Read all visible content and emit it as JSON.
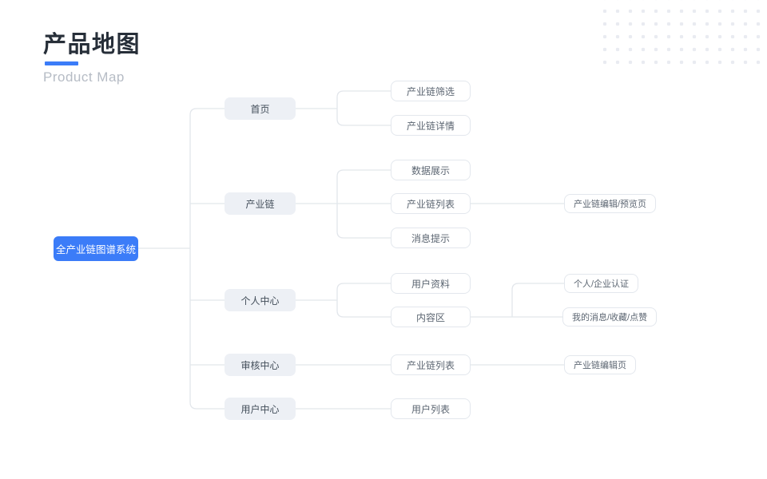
{
  "header": {
    "title": "产品地图",
    "subtitle": "Product Map"
  },
  "colors": {
    "accent": "#3b7cf8",
    "root_bg": "#3b7cf8",
    "root_text": "#ffffff",
    "level1_bg": "#edf0f5",
    "level1_text": "#434e5a",
    "level2_bg": "#ffffff",
    "level2_border": "#e3e7ed",
    "level2_text": "#5c6672",
    "connector": "#e2e6eb",
    "dot_decoration": "#e9ebf1"
  },
  "tree": {
    "root": {
      "label": "全产业链图谱系统"
    },
    "branches": [
      {
        "label": "首页",
        "children": [
          {
            "label": "产业链筛选"
          },
          {
            "label": "产业链详情"
          }
        ]
      },
      {
        "label": "产业链",
        "children": [
          {
            "label": "数据展示"
          },
          {
            "label": "产业链列表",
            "children": [
              {
                "label": "产业链编辑/预览页"
              }
            ]
          },
          {
            "label": "消息提示"
          }
        ]
      },
      {
        "label": "个人中心",
        "children": [
          {
            "label": "用户资料"
          },
          {
            "label": "内容区",
            "children": [
              {
                "label": "个人/企业认证"
              },
              {
                "label": "我的消息/收藏/点赞"
              }
            ]
          }
        ]
      },
      {
        "label": "审核中心",
        "children": [
          {
            "label": "产业链列表",
            "children": [
              {
                "label": "产业链编辑页"
              }
            ]
          }
        ]
      },
      {
        "label": "用户中心",
        "children": [
          {
            "label": "用户列表"
          }
        ]
      }
    ]
  }
}
